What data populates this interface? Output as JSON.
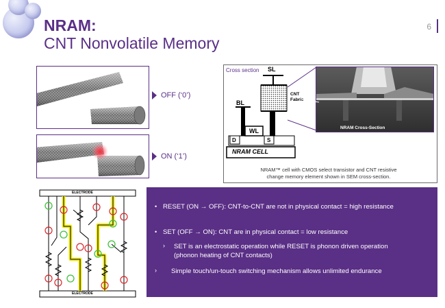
{
  "header": {
    "title_bold": "NRAM:",
    "title": "CNT Nonvolatile Memory",
    "page_number": "6"
  },
  "states": {
    "off_label": "OFF (‘0’)",
    "on_label": "ON (‘1’)"
  },
  "cross_section": {
    "title": "Cross section",
    "sl": "SL",
    "bl": "BL",
    "wl": "WL",
    "d": "D",
    "s": "S",
    "cell": "NRAM CELL",
    "cnt_fabric": "CNT\nFabric",
    "sem_caption": "NRAM Cross-Section",
    "caption_line1": "NRAM™ cell with CMOS select transistor and CNT resistive",
    "caption_line2": "change memory element shown in SEM cross-section."
  },
  "circuit": {
    "top_electrode": "ELECTRODE",
    "bottom_electrode": "ELECTRODE"
  },
  "bullets": [
    {
      "marker": "•",
      "text": "RESET (ON → OFF): CNT-to-CNT are not in physical contact = high resistance"
    },
    {
      "marker": "•",
      "text": "SET (OFF → ON): CNT are in physical contact = low resistance"
    },
    {
      "marker": "›",
      "text": "SET is an electrostatic operation while RESET is phonon driven operation (phonon heating of CNT contacts)"
    },
    {
      "marker": "›",
      "text": "Simple touch/un-touch switching mechanism allows unlimited endurance"
    }
  ],
  "colors": {
    "brand_purple": "#5a2f86",
    "highlight_yellow": "#f2ec1a",
    "circle_red": "#d9262b",
    "circle_green": "#3fbf3f"
  }
}
